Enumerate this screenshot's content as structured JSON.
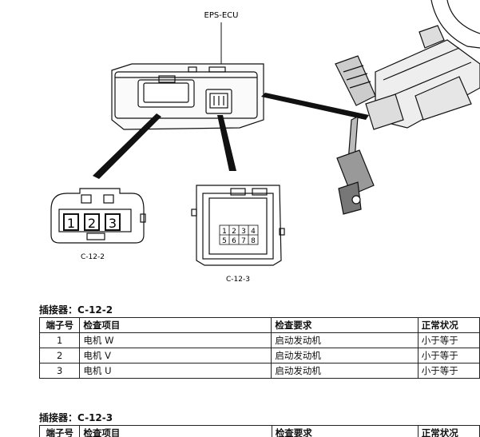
{
  "diagram": {
    "ecu_label": "EPS-ECU",
    "connector_a": {
      "label": "C-12-2",
      "pins": [
        "1",
        "2",
        "3"
      ]
    },
    "connector_b": {
      "label": "C-12-3",
      "pins_top": [
        "1",
        "2",
        "3",
        "4"
      ],
      "pins_bottom": [
        "5",
        "6",
        "7",
        "8"
      ]
    }
  },
  "table1": {
    "title": "插接器：C-12-2",
    "headers": [
      "端子号",
      "检查项目",
      "检查要求",
      "正常状况"
    ],
    "rows": [
      [
        "1",
        "电机 W",
        "启动发动机",
        "小于等于"
      ],
      [
        "2",
        "电机 V",
        "启动发动机",
        "小于等于"
      ],
      [
        "3",
        "电机 U",
        "启动发动机",
        "小于等于"
      ]
    ]
  },
  "table2": {
    "title": "插接器：C-12-3",
    "headers": [
      "端子号",
      "检查项目",
      "检查要求",
      "正常状况"
    ]
  }
}
